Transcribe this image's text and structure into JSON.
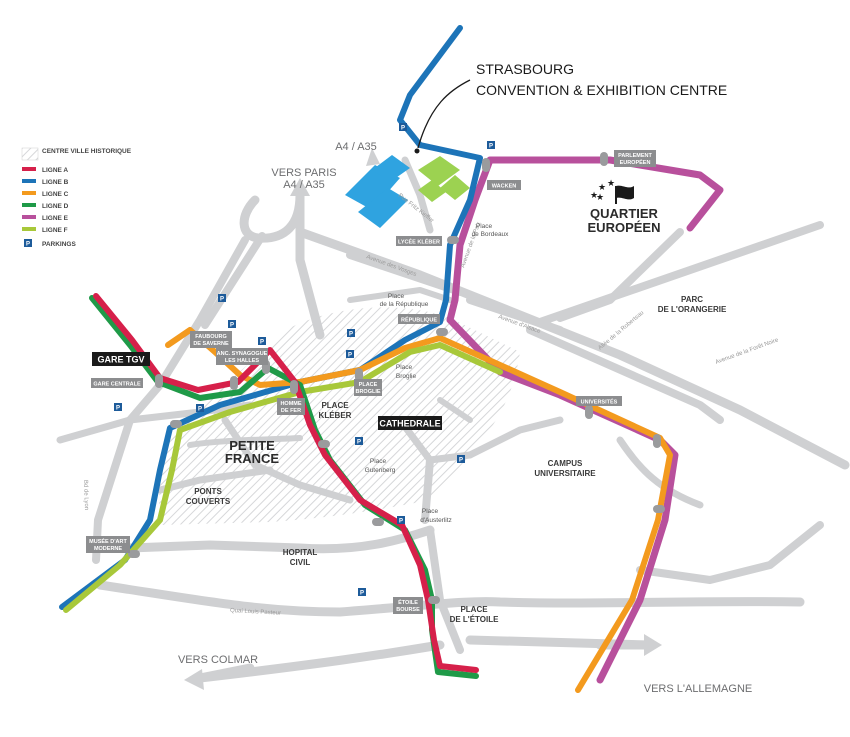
{
  "callout": {
    "line1": "STRASBOURG",
    "line2": "CONVENTION & EXHIBITION CENTRE"
  },
  "legend": {
    "historic": "CENTRE VILLE HISTORIQUE",
    "lines": [
      {
        "label": "LIGNE A",
        "color": "#d6204a"
      },
      {
        "label": "LIGNE B",
        "color": "#1d74b8"
      },
      {
        "label": "LIGNE C",
        "color": "#f39a1e"
      },
      {
        "label": "LIGNE D",
        "color": "#1f9a48"
      },
      {
        "label": "LIGNE E",
        "color": "#b8509c"
      },
      {
        "label": "LIGNE F",
        "color": "#a8c83a"
      }
    ],
    "parkings": "PARKINGS",
    "parking_symbol": "P"
  },
  "directions": {
    "paris_line1": "VERS PARIS",
    "paris_line2": "A4 / A35",
    "a4": "A4 / A35",
    "colmar": "VERS COLMAR",
    "allemagne": "VERS L'ALLEMAGNE"
  },
  "districts": {
    "quartier_line1": "QUARTIER",
    "quartier_line2": "EUROPÉEN",
    "orangerie_line1": "PARC",
    "orangerie_line2": "DE L'ORANGERIE",
    "petite_line1": "PETITE",
    "petite_line2": "FRANCE",
    "ponts_line1": "PONTS",
    "ponts_line2": "COUVERTS",
    "hopital_line1": "HOPITAL",
    "hopital_line2": "CIVIL",
    "campus_line1": "CAMPUS",
    "campus_line2": "UNIVERSITAIRE",
    "kleber_line1": "PLACE",
    "kleber_line2": "KLÉBER",
    "etoile_line1": "PLACE",
    "etoile_line2": "DE L'ÉTOILE"
  },
  "dark_labels": {
    "gare": "GARE TGV",
    "cathedrale": "CATHEDRALE"
  },
  "places": {
    "republique_line1": "Place",
    "republique_line2": "de la République",
    "bordeaux_line1": "Place",
    "bordeaux_line2": "de Bordeaux",
    "broglie_line1": "Place",
    "broglie_line2": "Broglie",
    "gutenberg_line1": "Place",
    "gutenberg_line2": "Gutenberg",
    "austerlitz_line1": "Place",
    "austerlitz_line2": "d'Austerlitz"
  },
  "stops": {
    "wacken": "WACKEN",
    "parlement_line1": "PARLEMENT",
    "parlement_line2": "EUROPÉEN",
    "lycee": "LYCÉE KLÉBER",
    "republique": "RÉPUBLIQUE",
    "faubourg_line1": "FAUBOURG",
    "faubourg_line2": "DE SAVERNE",
    "synagogue_line1": "ANC. SYNAGOGUE",
    "synagogue_line2": "LES HALLES",
    "gare_centrale": "GARE CENTRALE",
    "homme_line1": "HOMME",
    "homme_line2": "DE FER",
    "broglie_line1": "PLACE",
    "broglie_line2": "BROGLIE",
    "universites": "UNIVERSITÉS",
    "musee_line1": "MUSÉE D'ART",
    "musee_line2": "MODERNE",
    "etoile_line1": "ÉTOILE",
    "etoile_line2": "BOURSE"
  },
  "streets": {
    "wenzel": "Rue Fritz Kieffer",
    "vosges": "Avenue des Vosges",
    "alsace": "Avenue d'Alsace",
    "foret": "Avenue de la Forêt Noire",
    "pasteur": "Quai Louis Pasteur",
    "paix": "Avenue de la Paix",
    "robertsau": "Allée de la Robertsau",
    "erstein": "Bd de Lyon"
  }
}
